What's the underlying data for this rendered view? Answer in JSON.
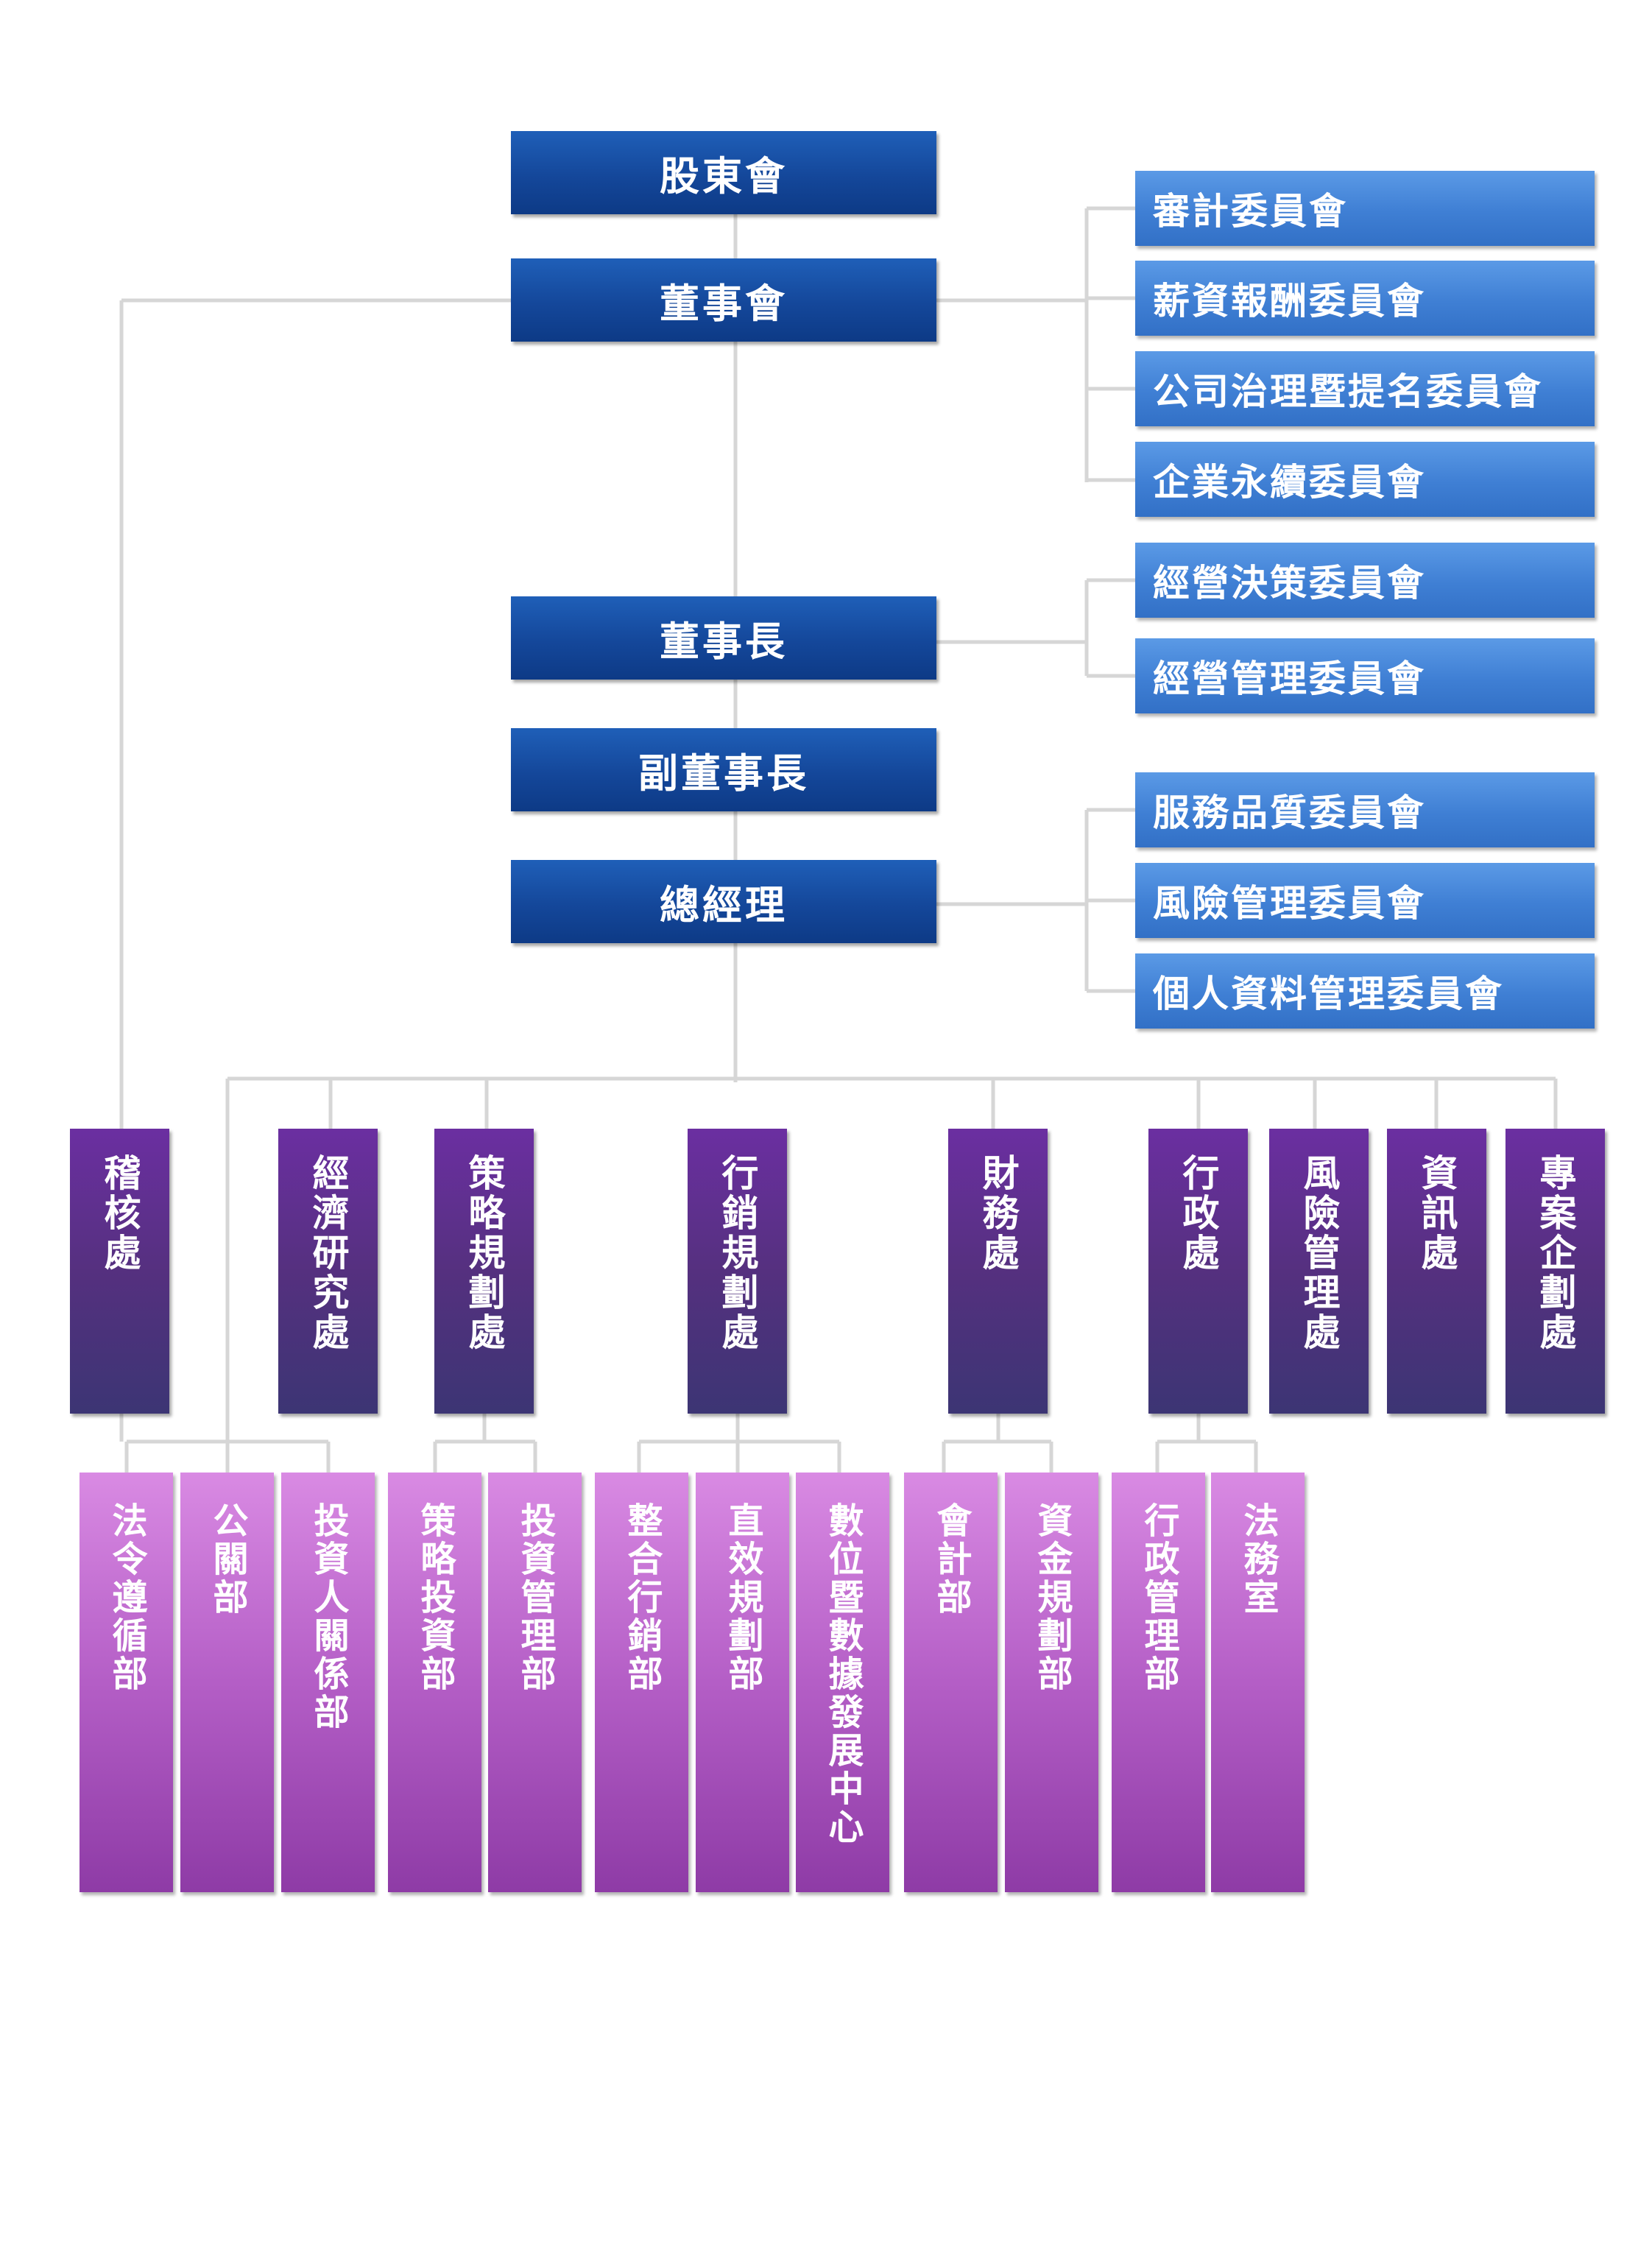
{
  "executives": {
    "shareholders": "股東會",
    "board": "董事會",
    "chairman": "董事長",
    "vice_chairman": "副董事長",
    "president": "總經理"
  },
  "board_committees": [
    "審計委員會",
    "薪資報酬委員會",
    "公司治理暨提名委員會",
    "企業永續委員會"
  ],
  "chairman_committees": [
    "經營決策委員會",
    "經營管理委員會"
  ],
  "president_committees": [
    "服務品質委員會",
    "風險管理委員會",
    "個人資料管理委員會"
  ],
  "divisions": [
    "稽核處",
    "經濟研究處",
    "策略規劃處",
    "行銷規劃處",
    "財務處",
    "行政處",
    "風險管理處",
    "資訊處",
    "專案企劃處"
  ],
  "departments": [
    "法令遵循部",
    "公關部",
    "投資人關係部",
    "策略投資部",
    "投資管理部",
    "整合行銷部",
    "直效規劃部",
    "數位暨數據發展中心",
    "會計部",
    "資金規劃部",
    "行政管理部",
    "法務室"
  ],
  "colors": {
    "executive": "#14479a",
    "committee": "#3f7fd4",
    "division": "#4a2f7c",
    "department": "#b45ec6",
    "connector": "#d6d6d6"
  }
}
